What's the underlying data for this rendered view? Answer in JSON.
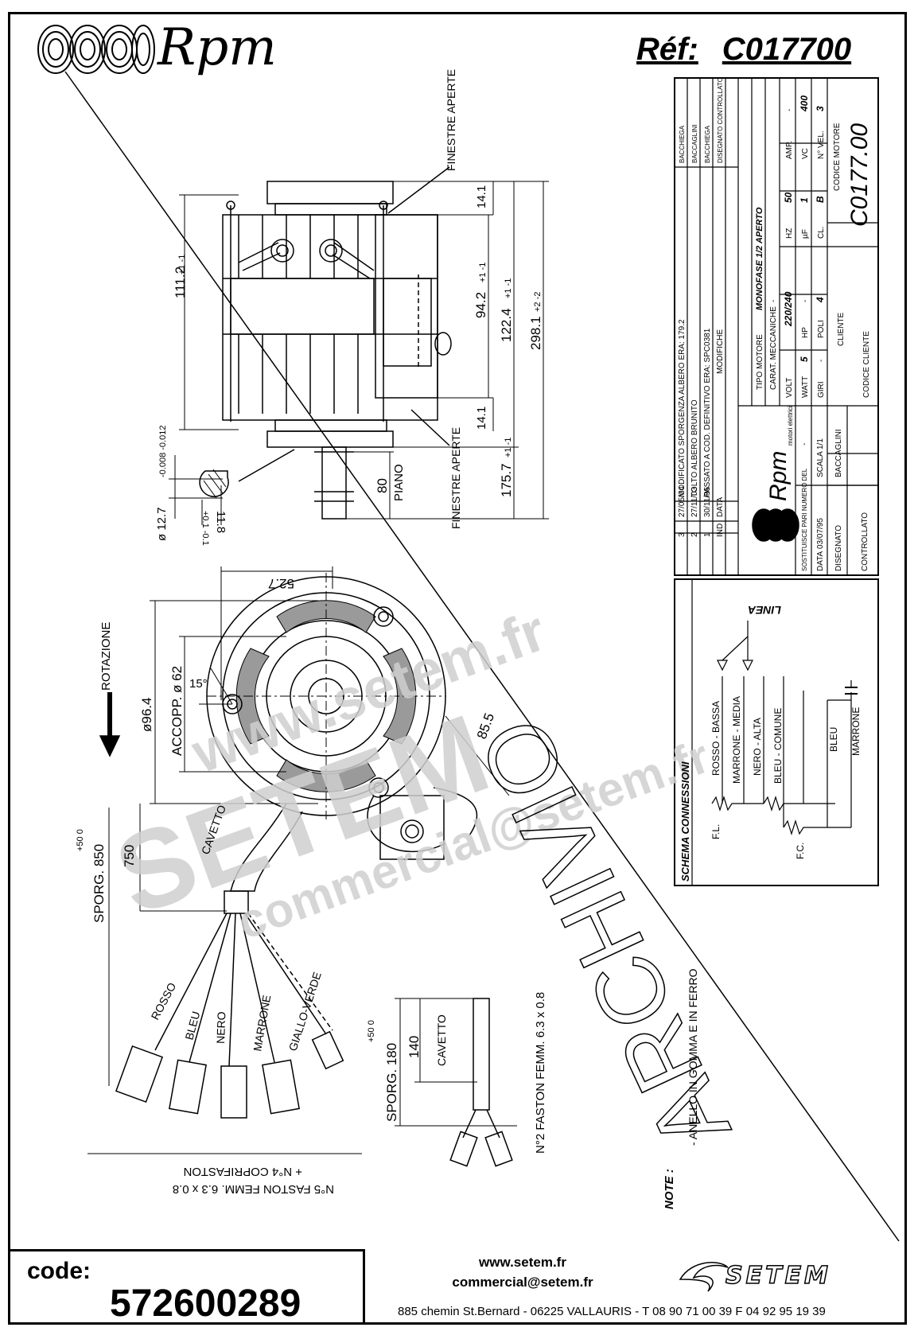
{
  "header": {
    "brand": "Rpm",
    "ref_label": "Réf:",
    "ref_value": "C017700"
  },
  "dimensions": {
    "d111": "111.2",
    "d111_tol": "+1 -1",
    "d94": "94.2",
    "d94_tol": "+1 -1",
    "d122": "122.4",
    "d122_tol": "+1 -1",
    "d298": "298.1",
    "d298_tol": "+2 -2",
    "d14a": "14.1",
    "d14b": "14.1",
    "d175": "175.7",
    "d175_tol": "+1 -1",
    "d80": "80",
    "piano": "PIANO",
    "shaft": "ø 12.7",
    "shaft_tol": "-0.008 -0.012",
    "d11": "11.8",
    "d11_tol": "+0.1 -0.1",
    "finestre_top": "FINESTRE APERTE",
    "finestre_bottom": "FINESTRE APERTE",
    "d52": "52.7",
    "d96": "ø96.4",
    "accopp": "ACCOPP. ø 62",
    "angle": "15°",
    "d85": "85.5",
    "rotazione": "ROTAZIONE",
    "cavetto1": "CAVETTO",
    "sporg850": "SPORG. 850",
    "sporg850_tol": "+50 0",
    "d750": "750",
    "faston1": "N°5 FASTON FEMM. 6.3 x 0.8",
    "faston1b": "+ N°4 COPRIFASTON",
    "sporg180": "SPORG. 180",
    "sporg180_tol": "+50 0",
    "d140": "140",
    "cavetto2": "CAVETTO",
    "faston2": "N°2 FASTON FEMM. 6.3 x 0.8",
    "note": "NOTE :",
    "note_text": "- ANELLO IN GOMMA E IN FERRO"
  },
  "wires": [
    {
      "label": "ROSSO"
    },
    {
      "label": "BLEU"
    },
    {
      "label": "NERO"
    },
    {
      "label": "MARRONE"
    },
    {
      "label": "GIALLO-VERDE"
    }
  ],
  "watermark": {
    "big": "SETEM",
    "line1": "www.setem.fr",
    "line2": "commercial@setem.fr",
    "stamp": "ARCHIVIO"
  },
  "title_block": {
    "revisions": [
      {
        "ind": "3",
        "date": "27/05/04",
        "text": "MODIFICATO SPORGENZA ALBERO ERA: 179.2",
        "by": "BACCHIEGA"
      },
      {
        "ind": "2",
        "date": "27/11/03",
        "text": "TOLTO ALBERO BRUNITO",
        "by": "BACCAGLINI"
      },
      {
        "ind": "1",
        "date": "30/11/95",
        "text": "PASSATO A COD. DEFINITIVO ERA: SPC0381",
        "by": "BACCHIEGA"
      }
    ],
    "ind_label": "IND",
    "data_label": "DATA",
    "modifiche_label": "MODIFICHE",
    "disegnato_controllato": "DISEGNATO CONTROLLATO",
    "logo_text": "Rpm",
    "logo_sub": "motori elettrici",
    "sostituisce": "SOSTITUISCE PARI NUMERO DEL",
    "sostituisce_val": "-",
    "data": "DATA",
    "data_val": "03/07/95",
    "scala": "SCALA",
    "scala_val": "1/1",
    "disegnato": "DISEGNATO",
    "disegnato_val": "BACCAGLINI",
    "controllato": "CONTROLLATO",
    "tipo_motore": "TIPO MOTORE",
    "tipo_motore_val": "MONOFASE 1/2 APERTO",
    "carat": "CARAT. MECCANICHE",
    "carat_val": "-",
    "volt": "VOLT",
    "volt_val": "220/240",
    "hz": "HZ",
    "hz_val": "50",
    "amp": "AMP.",
    "amp_val": "-",
    "watt": "WATT",
    "watt_val": "5",
    "hp": "HP",
    "hp_val": "-",
    "uf": "µF",
    "uf_val": "1",
    "vc": "VC",
    "vc_val": "400",
    "giri": "GIRI",
    "giri_val": "-",
    "poli": "POLI",
    "poli_val": "4",
    "cl": "CL.",
    "cl_val": "B",
    "nvel": "N° VEL.",
    "nvel_val": "3",
    "cliente": "CLIENTE",
    "codice_cliente": "CODICE CLIENTE",
    "codice_motore": "CODICE MOTORE",
    "codice_motore_val": "C0177.00"
  },
  "schema": {
    "title": "SCHEMA CONNESSIONI",
    "linea": "LINEA",
    "wires": [
      {
        "label": "ROSSO - BASSA"
      },
      {
        "label": "MARRONE - MEDIA"
      },
      {
        "label": "NERO - ALTA"
      },
      {
        "label": "BLEU - COMUNE"
      },
      {
        "label": "BLEU"
      },
      {
        "label": "MARRONE"
      }
    ],
    "fl": "F.L.",
    "fc": "F.C."
  },
  "footer": {
    "code_label": "code:",
    "code_value": "572600289",
    "web": "www.setem.fr",
    "email": "commercial@setem.fr",
    "address": "885 chemin St.Bernard  -  06225 VALLAURIS  -  T 08 90 71 00 39  F 04 92 95 19 39",
    "setem_logo": "SETEM"
  }
}
